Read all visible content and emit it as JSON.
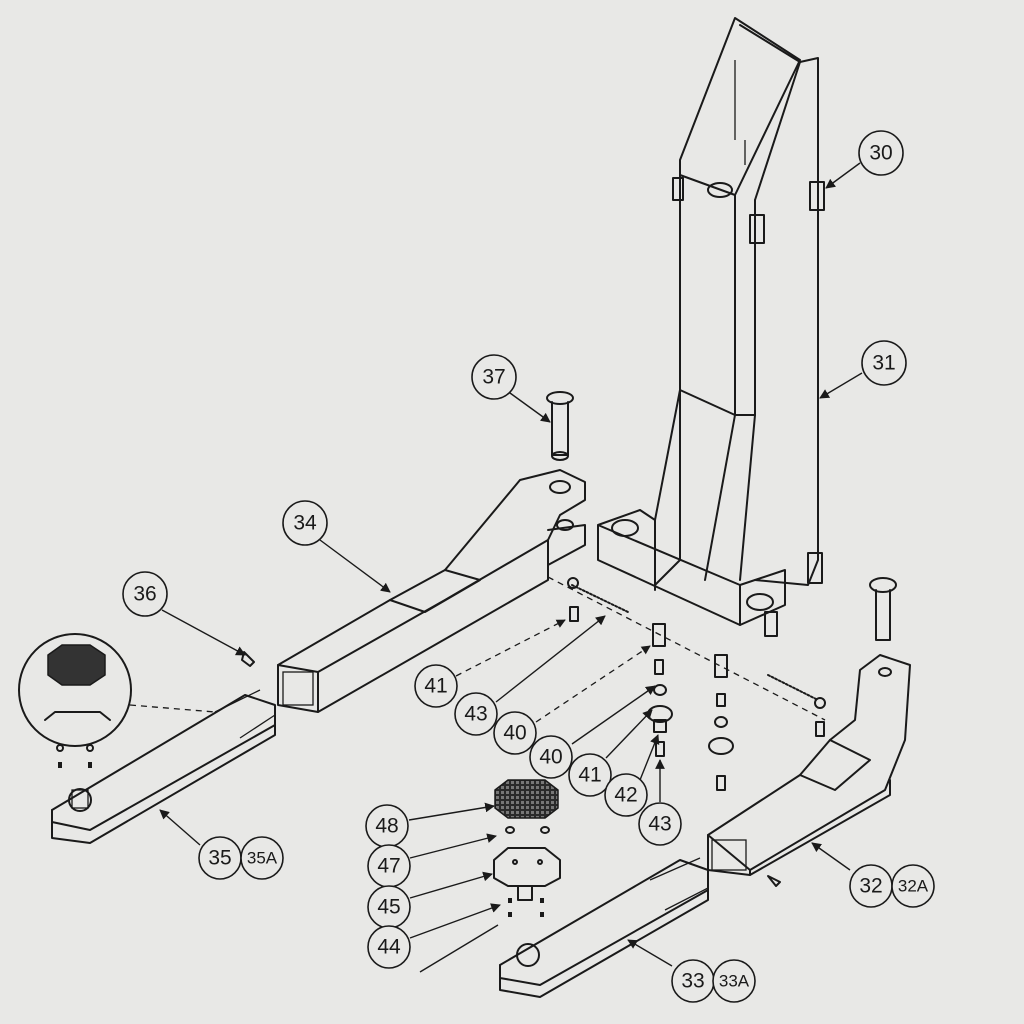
{
  "title": "Lift column and arm assembly exploded diagram",
  "callouts": {
    "c30": "30",
    "c31": "31",
    "c37": "37",
    "c34": "34",
    "c36": "36",
    "c41a": "41",
    "c43a": "43",
    "c40a": "40",
    "c40b": "40",
    "c41b": "41",
    "c42": "42",
    "c43b": "43",
    "c48": "48",
    "c47": "47",
    "c45": "45",
    "c44": "44",
    "c35": "35",
    "c35a": "35A",
    "c32": "32",
    "c32a": "32A",
    "c33": "33",
    "c33a": "33A"
  }
}
